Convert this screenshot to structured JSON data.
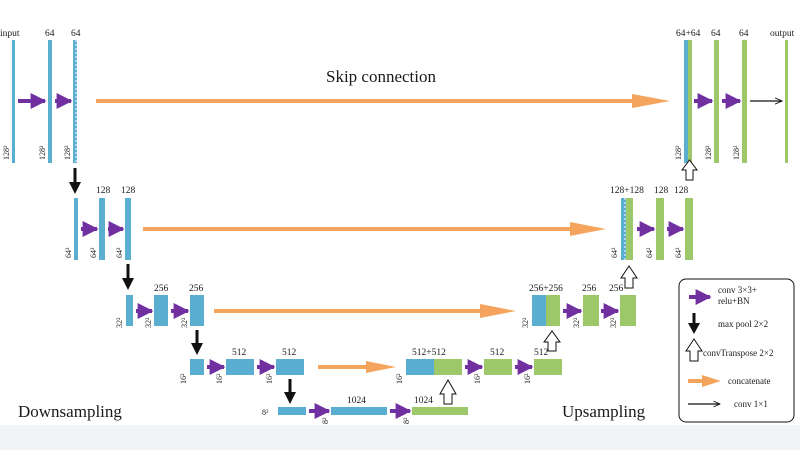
{
  "colors": {
    "conv": "#5aaed0",
    "up": "#9cc86a",
    "relu_arrow": "#7030a0",
    "skip_arrow": "#f5a45d",
    "pool_arrow": "#111111",
    "text": "#1a1a1a"
  },
  "labels": {
    "skip_connection": "Skip connection",
    "downsampling": "Downsampling",
    "upsampling": "Upsampling",
    "input": "input",
    "output": "output"
  },
  "channels": {
    "l1_a": "64",
    "l1_b": "64",
    "l1_up_cat": "64+64",
    "l1_up_a": "64",
    "l1_up_b": "64",
    "l2_a": "128",
    "l2_b": "128",
    "l2_up_cat": "128+128",
    "l2_up_a": "128",
    "l2_up_b": "128",
    "l3_a": "256",
    "l3_b": "256",
    "l3_up_cat": "256+256",
    "l3_up_a": "256",
    "l3_up_b": "256",
    "l4_a": "512",
    "l4_b": "512",
    "l4_up_cat": "512+512",
    "l4_up_a": "512",
    "l4_up_b": "512",
    "l5_a": "1024",
    "l5_b": "1024"
  },
  "sizes": {
    "s128": "128²",
    "s64": "64²",
    "s32": "32²",
    "s16": "16²",
    "s8": "8²"
  },
  "legend": {
    "conv_line1": "conv 3×3+",
    "conv_line2": "relu+BN",
    "maxpool": "max pool 2×2",
    "convtranspose": "convTranspose 2×2",
    "concatenate": "concatenate",
    "conv1x1": "conv 1×1"
  }
}
